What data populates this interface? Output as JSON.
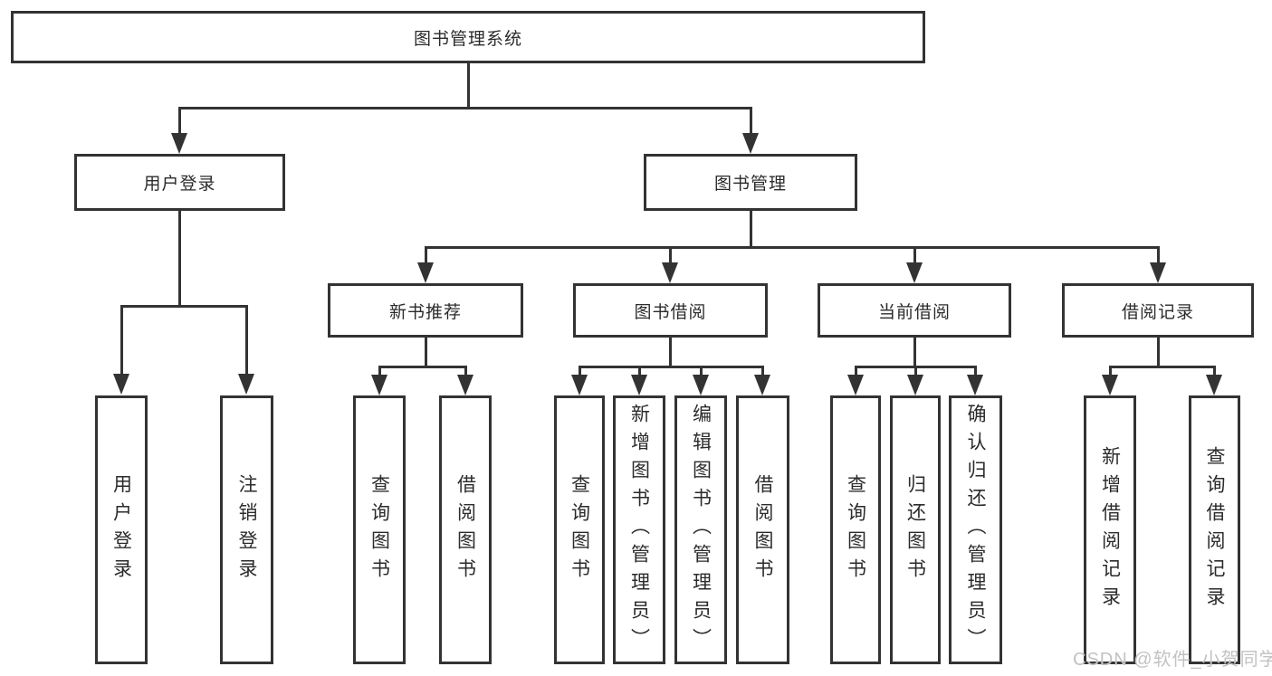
{
  "colors": {
    "line": "#333333",
    "box_bg": "#ffffff",
    "text": "#2b2b2b",
    "watermark": "#c2c2c2"
  },
  "nodes": {
    "root": {
      "label": "图书管理系统"
    },
    "branches": [
      {
        "label": "用户登录"
      },
      {
        "label": "图书管理"
      }
    ],
    "sections": [
      {
        "label": "新书推荐"
      },
      {
        "label": "图书借阅"
      },
      {
        "label": "当前借阅"
      },
      {
        "label": "借阅记录"
      }
    ],
    "leaves": {
      "user": [
        "用户登录",
        "注销登录"
      ],
      "new_book": [
        "查询图书",
        "借阅图书"
      ],
      "borrowing": [
        "查询图书",
        "新增图书（管理员）",
        "编辑图书（管理员）",
        "借阅图书"
      ],
      "current": [
        "查询图书",
        "归还图书",
        "确认归还（管理员）"
      ],
      "records": [
        "新增借阅记录",
        "查询借阅记录"
      ]
    }
  },
  "watermark": "CSDN @软件_小贺同学"
}
